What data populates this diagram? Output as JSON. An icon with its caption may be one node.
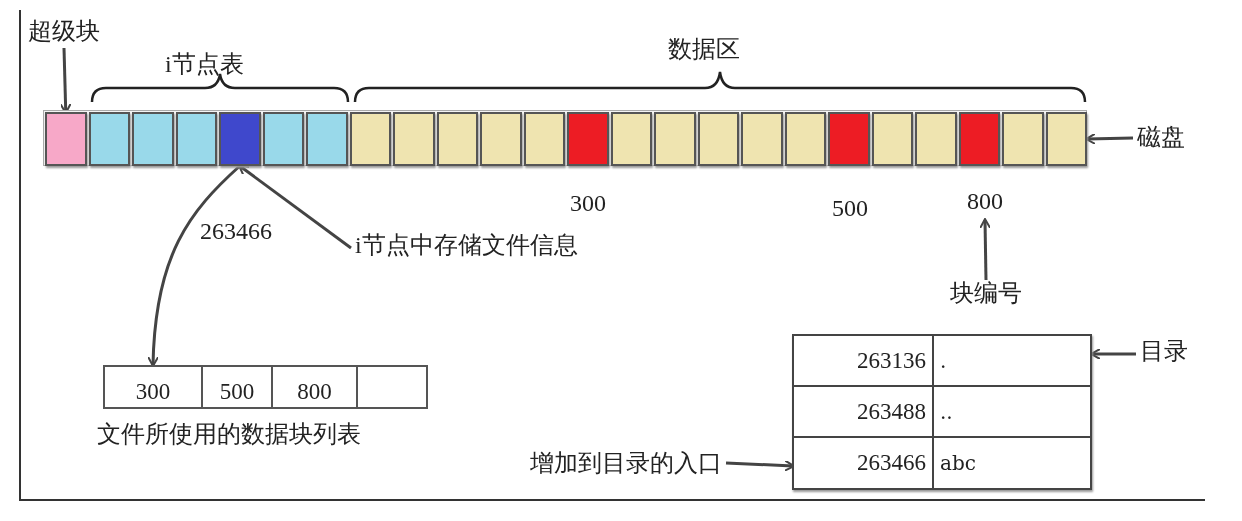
{
  "diagram": {
    "nodes": [
      {
        "text": [],
        "shape": "bar"
      },
      {
        "text": [],
        "shape": "box",
        "in": 0
      },
      {
        "text": [],
        "shape": "box",
        "in": 0
      },
      {
        "text": [],
        "shape": "box",
        "in": 0
      },
      {
        "text": [],
        "shape": "box",
        "in": 0
      },
      {
        "text": [],
        "shape": "box",
        "in": 0
      },
      {
        "text": [],
        "shape": "box",
        "in": 0
      },
      {
        "text": [],
        "shape": "box",
        "in": 0
      },
      {
        "text": [],
        "shape": "box",
        "in": 0
      },
      {
        "text": [],
        "shape": "box",
        "in": 0
      },
      {
        "text": [],
        "shape": "box",
        "in": 0
      },
      {
        "text": [],
        "shape": "box",
        "in": 0
      },
      {
        "text": [],
        "shape": "box",
        "in": 0
      },
      {
        "text": [],
        "shape": "box",
        "in": 0
      },
      {
        "text": [],
        "shape": "box",
        "in": 0
      },
      {
        "text": [],
        "shape": "box",
        "in": 0
      },
      {
        "text": [],
        "shape": "box",
        "in": 0
      },
      {
        "text": [],
        "shape": "box",
        "in": 0
      },
      {
        "text": [],
        "shape": "box",
        "in": 0
      },
      {
        "text": [],
        "shape": "box",
        "in": 0
      },
      {
        "text": [],
        "shape": "box",
        "in": 0
      },
      {
        "text": [],
        "shape": "box",
        "in": 0
      },
      {
        "text": [],
        "shape": "box",
        "in": 0
      },
      {
        "text": [],
        "shape": "box",
        "in": 0
      },
      {
        "text": [],
        "shape": "box",
        "in": 0
      },
      {
        "text": [
          "超级块"
        ]
      },
      {
        "text": [
          "磁盘"
        ]
      },
      {
        "text": [
          "i节点中存储文件信息"
        ]
      },
      {
        "text": [
          "800"
        ]
      },
      {
        "text": [
          "块编号"
        ]
      },
      {
        "text": [],
        "shape": "box"
      },
      {
        "text": [
          "300"
        ],
        "in": 30
      },
      {
        "text": [
          "500"
        ],
        "in": 30
      },
      {
        "text": [
          "800"
        ],
        "in": 30
      },
      {
        "text": [],
        "shape": "box",
        "in": 30
      },
      {
        "text": [],
        "shape": "box"
      },
      {
        "text": [
          "263136",
          "."
        ],
        "in": 35
      },
      {
        "text": [
          "263488",
          ".."
        ],
        "in": 35
      },
      {
        "text": [
          "263466",
          "abc"
        ],
        "in": 35
      },
      {
        "text": [
          "目录"
        ]
      },
      {
        "text": [
          "增加到目录的入口"
        ]
      }
    ],
    "edges": [
      {
        "from": 25,
        "to": 1,
        "arrow": "to"
      },
      {
        "from": 26,
        "to": 0,
        "arrow": "to"
      },
      {
        "from": 27,
        "to": 5,
        "arrow": "to"
      },
      {
        "from": 5,
        "to": 31,
        "arrow": "to"
      },
      {
        "from": 29,
        "to": 28,
        "arrow": "to"
      },
      {
        "from": 39,
        "to": 35,
        "arrow": "to"
      },
      {
        "from": 40,
        "to": 38,
        "arrow": "to"
      }
    ],
    "labels": [
      "数据区",
      "i节点表",
      "300",
      "500",
      "263466",
      "文件所使用的数据块列表"
    ]
  }
}
